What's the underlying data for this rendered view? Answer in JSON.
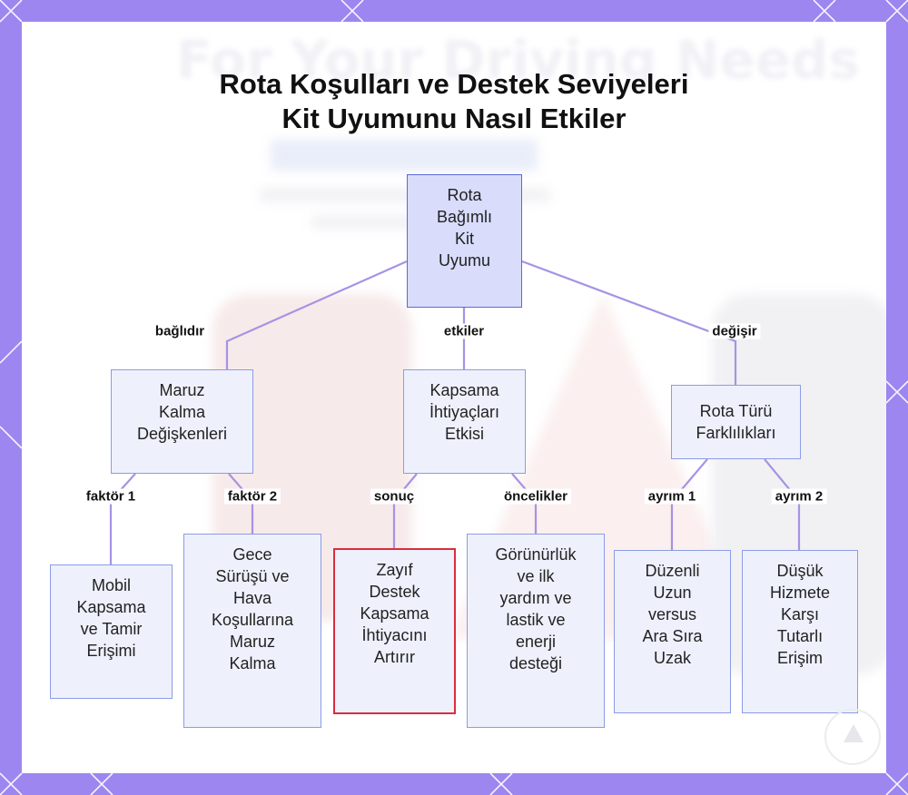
{
  "title": {
    "line1": "Rota Koşulları ve Destek Seviyeleri",
    "line2": "Kit Uyumunu Nasıl Etkiler"
  },
  "nodes": {
    "root": "Rota\nBağımlı\nKit\nUyumu",
    "exposure": "Maruz\nKalma\nDeğişkenleri",
    "coverage": "Kapsama\nİhtiyaçları\nEtkisi",
    "route_type": "Rota Türü\nFarklılıkları",
    "mobile": "Mobil\nKapsama\nve Tamir\nErişimi",
    "night": "Gece\nSürüşü ve\nHava\nKoşullarına\nMaruz\nKalma",
    "weak_support": "Zayıf\nDestek\nKapsama\nİhtiyacını\nArtırır",
    "visibility": "Görünürlük\nve ilk\nyardım ve\nlastik ve\nenerji\ndesteği",
    "regular_long": "Düzenli\nUzun\nversus\nAra Sıra\nUzak",
    "low_service": "Düşük\nHizmete\nKarşı\nTutarlı\nErişim"
  },
  "edges": {
    "root_exposure": "bağlıdır",
    "root_coverage": "etkiler",
    "root_route_type": "değişir",
    "exposure_mobile": "faktör 1",
    "exposure_night": "faktör 2",
    "coverage_weak": "sonuç",
    "coverage_visibility": "öncelikler",
    "route_regular": "ayrım 1",
    "route_low": "ayrım 2"
  },
  "colors": {
    "frame": "#9d86f0",
    "node_fill": "#eef1fc",
    "node_border": "#8c9be6",
    "root_fill": "#d9dcfb",
    "root_border": "#5c6ad6",
    "edge": "#a693e4",
    "highlight_border": "#d92d3e"
  },
  "watermark": {
    "heading": "For Your Driving Needs"
  }
}
